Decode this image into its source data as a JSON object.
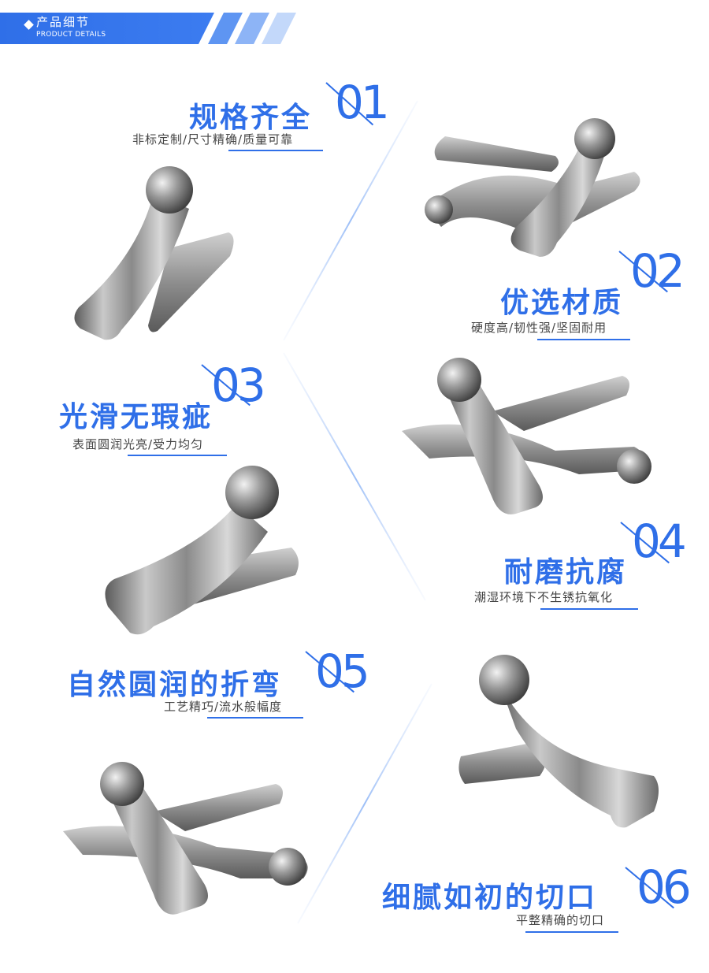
{
  "header": {
    "title_cn": "产品细节",
    "title_en": "PRODUCT DETAILS"
  },
  "colors": {
    "accent": "#2f6fe8",
    "light_accent": "#8fb6f5",
    "text": "#444444"
  },
  "features": [
    {
      "number": "01",
      "title": "规格齐全",
      "subtitle": "非标定制/尺寸精确/质量可靠"
    },
    {
      "number": "02",
      "title": "优选材质",
      "subtitle": "硬度高/韧性强/坚固耐用"
    },
    {
      "number": "03",
      "title": "光滑无瑕疵",
      "subtitle": "表面圆润光亮/受力均匀"
    },
    {
      "number": "04",
      "title": "耐磨抗腐",
      "subtitle": "潮湿环境下不生锈抗氧化"
    },
    {
      "number": "05",
      "title": "自然圆润的折弯",
      "subtitle": "工艺精巧/流水般幅度"
    },
    {
      "number": "06",
      "title": "细腻如初的切口",
      "subtitle": "平整精确的切口"
    }
  ]
}
